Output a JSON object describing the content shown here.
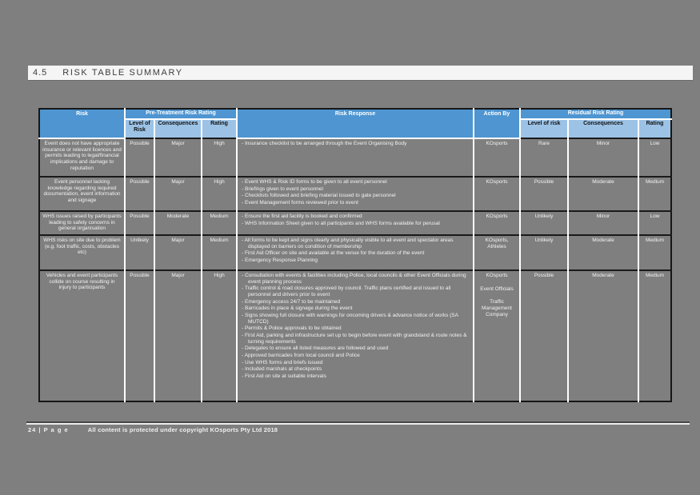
{
  "heading": {
    "number": "4.5",
    "title": "RISK TABLE SUMMARY"
  },
  "colors": {
    "page_background": "#7f7f7f",
    "header_blue": "#4e95d1",
    "subheader_blue": "#9cc3e6",
    "body_text": "#f2f2f2",
    "row_divider": "#1a1a1a",
    "column_divider": "#ffffff"
  },
  "table": {
    "headers": {
      "risk": "Risk",
      "pre_treatment": "Pre-Treatment Risk Rating",
      "pre_level": "Level of Risk",
      "pre_consequences": "Consequences",
      "pre_rating": "Rating",
      "response": "Risk Response",
      "action_by": "Action By",
      "residual": "Residual Risk Rating",
      "res_level": "Level of risk",
      "res_consequences": "Consequences",
      "res_rating": "Rating"
    },
    "rows": [
      {
        "risk": "Event does not have appropriate insurance or relevant licences and permits leading to legal/financial implications and damage to reputation",
        "pre": {
          "level": "Possible",
          "consequences": "Major",
          "rating": "High"
        },
        "response": [
          "Insurance checklist to be arranged through the Event Organising Body"
        ],
        "action": [
          "KOsports"
        ],
        "residual": {
          "level": "Rare",
          "consequences": "Minor",
          "rating": "Low"
        }
      },
      {
        "risk": "Event personnel lacking knowledge regarding required documentation, event information and signage",
        "pre": {
          "level": "Possible",
          "consequences": "Major",
          "rating": "High"
        },
        "response": [
          "Event WHS & Risk ID forms to be given to all event personnel",
          "Briefings given to event personnel",
          "Checklists followed and briefing material issued to gate personnel",
          "Event Management forms reviewed prior to event"
        ],
        "action": [
          "KOsports"
        ],
        "residual": {
          "level": "Possible",
          "consequences": "Moderate",
          "rating": "Medium"
        }
      },
      {
        "risk": "WHS issues raised by participants leading to safety concerns in general organisation",
        "pre": {
          "level": "Possible",
          "consequences": "Moderate",
          "rating": "Medium"
        },
        "response": [
          "Ensure the first aid facility is booked and confirmed",
          "WHS Information Sheet given to all participants and WHS forms available for perusal"
        ],
        "action": [
          "KOsports"
        ],
        "residual": {
          "level": "Unlikely",
          "consequences": "Minor",
          "rating": "Low"
        }
      },
      {
        "risk": "WHS risks on site due to problem (e.g. foot traffic, costs, obstacles etc)",
        "pre": {
          "level": "Unlikely",
          "consequences": "Major",
          "rating": "Medium"
        },
        "response": [
          "All forms to be kept and signs clearly and physically visible to all event and spectator areas displayed on barriers on condition of membership",
          "First Aid Officer on site and available at the venue for the duration of the event",
          "Emergency Response Planning"
        ],
        "action": [
          "KOsports, Athletes"
        ],
        "residual": {
          "level": "Unlikely",
          "consequences": "Moderate",
          "rating": "Medium"
        }
      },
      {
        "risk": "Vehicles and event participants collide on course resulting in injury to participants",
        "pre": {
          "level": "Possible",
          "consequences": "Major",
          "rating": "High"
        },
        "response": [
          "Consultation with events & facilities including Police, local councils & other Event Officials during event planning process",
          "Traffic control & road closures approved by council. Traffic plans certified and issued to all personnel and drivers prior to event",
          "Emergency access 24/7 to be maintained",
          "Barricades in place & signage during the event",
          "Signs showing full closure with warnings for oncoming drivers & advance notice of works (SA MUTCD)",
          "Permits & Police approvals to be obtained",
          "First Aid, parking and infrastructure set up to begin before event with grandstand & route notes & turning requirements",
          "Delegates to ensure all listed measures are followed and used",
          "Approved barricades from local council and Police",
          "Use WHS forms and briefs issued",
          "Included marshals at checkpoints",
          "First Aid on site at suitable intervals"
        ],
        "action": [
          "KOsports",
          "Event Officials",
          "Traffic Management Company"
        ],
        "residual": {
          "level": "Possible",
          "consequences": "Moderate",
          "rating": "Medium"
        }
      }
    ]
  },
  "footer": {
    "page_label": "24 | P a g e",
    "copyright": "All content is protected under copyright KOsports Pty Ltd 2018"
  }
}
